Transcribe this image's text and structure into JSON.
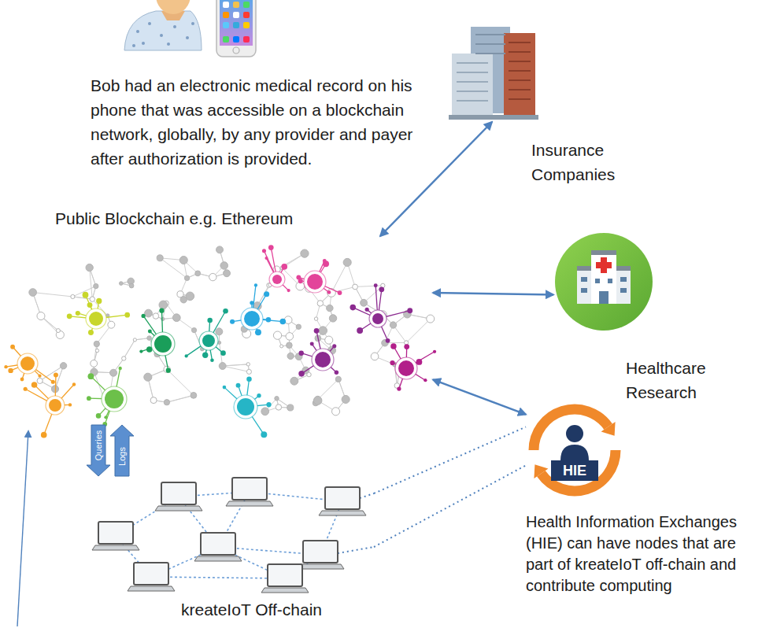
{
  "diagram": {
    "nodes": [
      {
        "text": [
          "Insurance Companies"
        ]
      },
      {
        "text": [
          "Public Blockchain e.g. Ethereum"
        ]
      },
      {
        "text": [
          "Healthcare Research"
        ]
      },
      {
        "text": [
          "HIE",
          "Health Information Exchanges (HIE) can have nodes that are part of kreateIoT off-chain and contribute computing"
        ]
      },
      {
        "text": [
          "kreateIoT Off-chain"
        ]
      }
    ],
    "edges": [
      {
        "from": 0,
        "to": 1,
        "arrow": "both"
      },
      {
        "from": 1,
        "to": 2,
        "arrow": "both"
      },
      {
        "from": 1,
        "to": 3,
        "arrow": "both"
      },
      {
        "from": 1,
        "to": 4,
        "label": "Queries",
        "arrow": "to"
      },
      {
        "from": 4,
        "to": 1,
        "label": "Logs",
        "arrow": "to"
      },
      {
        "from": 4,
        "to": 3,
        "arrow": "none"
      },
      {
        "from": 4,
        "to": 3,
        "arrow": "none"
      }
    ],
    "labels": [
      "Bob had an electronic medical record on his phone that was accessible on a blockchain network, globally, by any provider and payer after authorization is provided."
    ]
  }
}
